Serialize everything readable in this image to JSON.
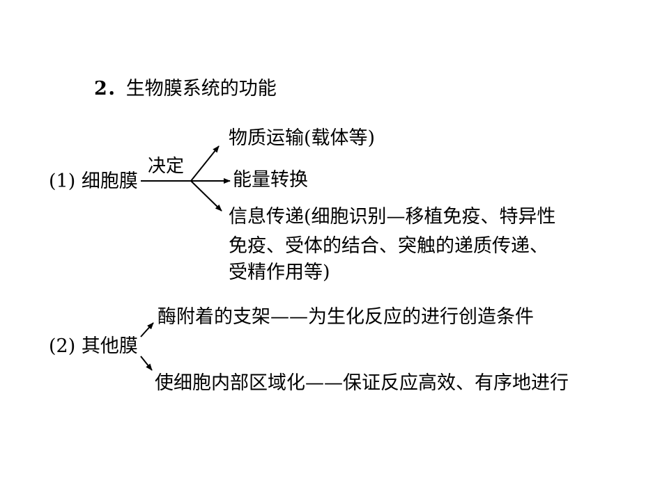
{
  "title": {
    "number": "2．",
    "text": "生物膜系统的功能"
  },
  "cell_membrane": {
    "label": "(1) 细胞膜",
    "connector": "决定",
    "functions": [
      "物质运输(载体等)",
      "能量转换",
      "信息传递(细胞识别—移植免疫、特异性",
      "免疫、受体的结合、突触的递质传递、",
      "受精作用等)"
    ]
  },
  "other_membranes": {
    "label": "(2) 其他膜",
    "functions": [
      "酶附着的支架——为生化反应的进行创造条件",
      "使细胞内部区域化——保证反应高效、有序地进行"
    ]
  }
}
